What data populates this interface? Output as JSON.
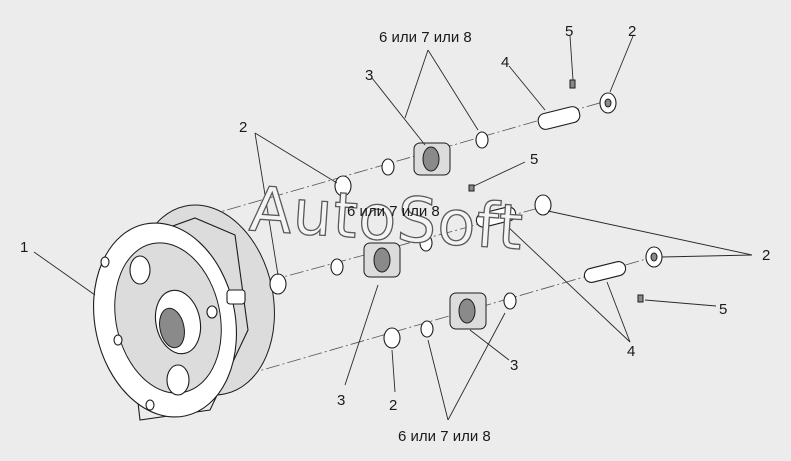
{
  "watermark": "AutoSoft",
  "callouts": {
    "part_1": "1",
    "part_2_top_right": "2",
    "part_2_upper_left": "2",
    "part_2_right": "2",
    "part_2_bottom": "2",
    "part_3_top": "3",
    "part_3_bottom_left": "3",
    "part_3_bottom_right": "3",
    "part_4_top": "4",
    "part_4_bottom": "4",
    "part_5_top": "5",
    "part_5_middle": "5",
    "part_5_bottom": "5",
    "variant_top": "6 или 7 или 8",
    "variant_middle": "6 или 7 или 8",
    "variant_bottom": "6 или 7 или 8"
  }
}
